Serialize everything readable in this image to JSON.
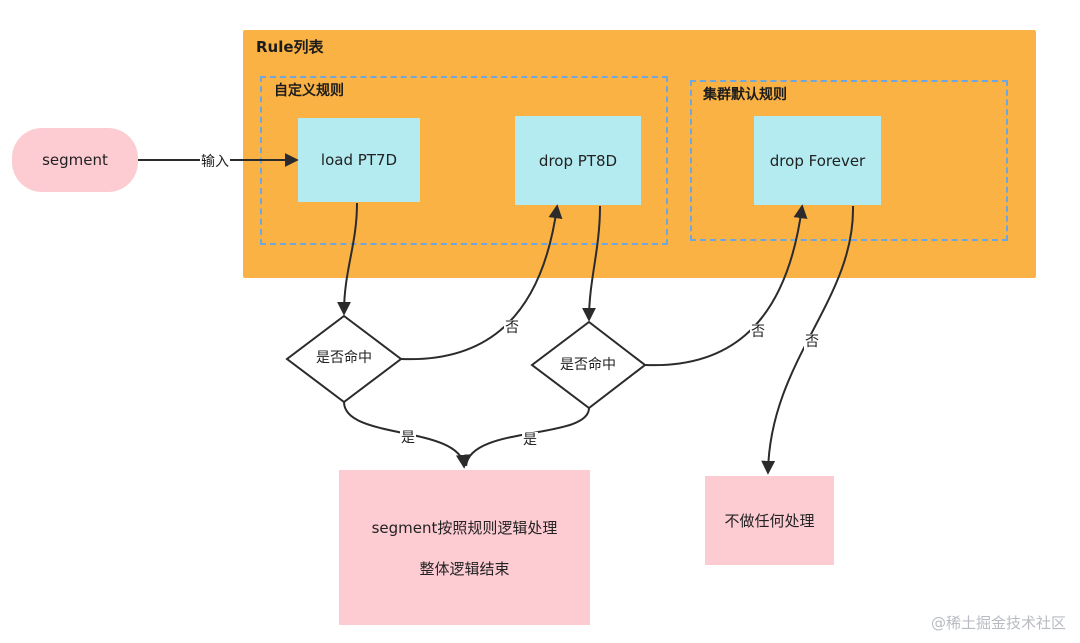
{
  "panel": {
    "title": "Rule列表"
  },
  "groups": {
    "custom": {
      "title": "自定义规则"
    },
    "cluster": {
      "title": "集群默认规则"
    }
  },
  "input": {
    "label": "segment"
  },
  "rules": {
    "load": "load PT7D",
    "drop8": "drop PT8D",
    "forever": "drop Forever"
  },
  "decisions": {
    "first": "是否命中",
    "second": "是否命中"
  },
  "results": {
    "process_line1": "segment按照规则逻辑处理",
    "process_line2": "整体逻辑结束",
    "noop": "不做任何处理"
  },
  "edges": {
    "input": "输入",
    "yes_first": "是",
    "yes_second": "是",
    "no_first": "否",
    "no_second": "否",
    "no_forever": "否"
  },
  "colors": {
    "panel": "#fbb244",
    "rule_box": "#b3ebf1",
    "pink": "#fdcbd2",
    "dashed": "#6ea6df"
  },
  "watermark": "@稀土掘金技术社区"
}
